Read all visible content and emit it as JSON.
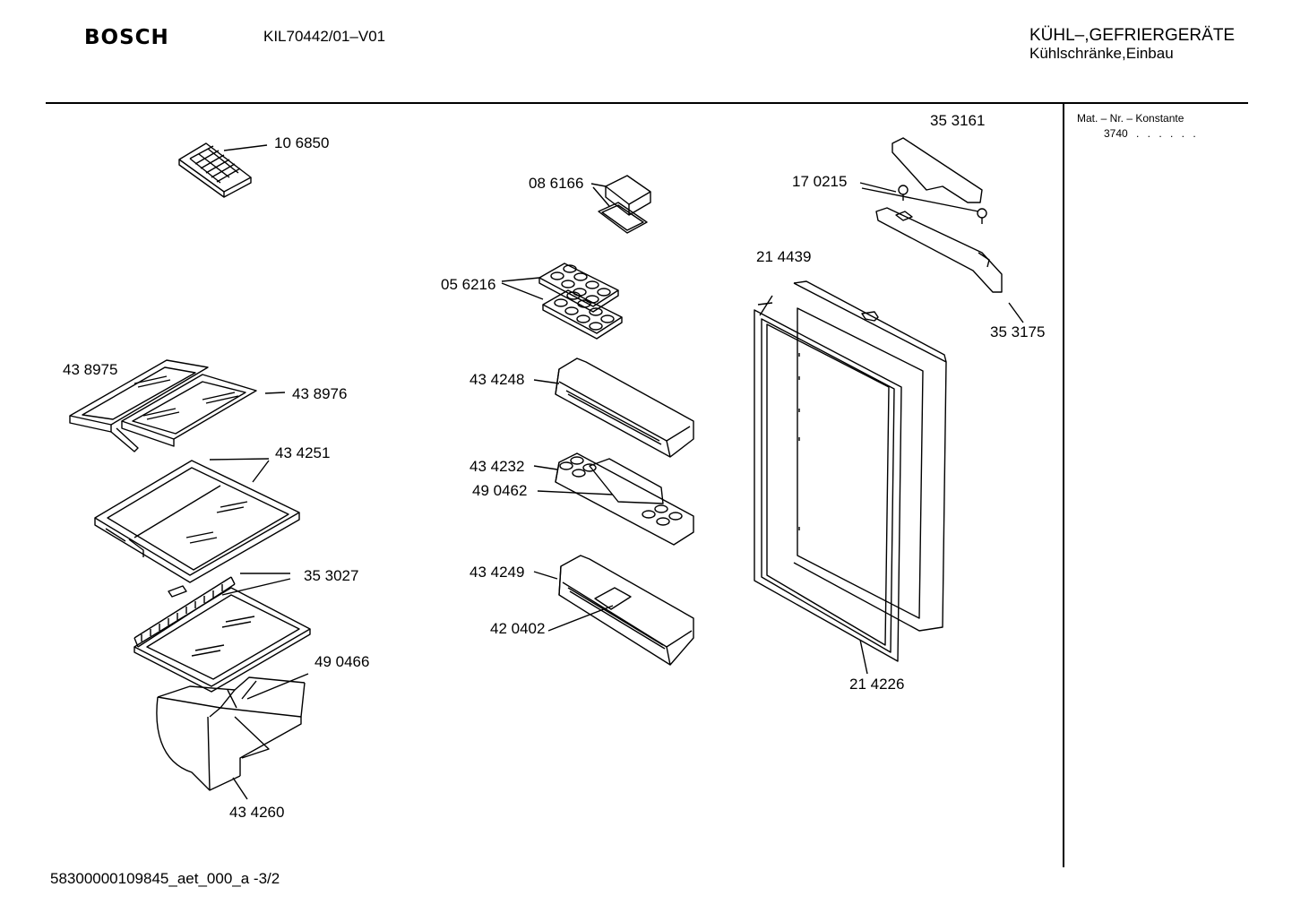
{
  "header": {
    "brand": "BOSCH",
    "model": "KIL70442/01–V01",
    "category_line1": "KÜHL–,GEFRIERGERÄTE",
    "category_line2": "Kühlschränke,Einbau"
  },
  "sidebar": {
    "mat_heading": "Mat. – Nr. – Konstante",
    "mat_value": "3740",
    "mat_dots": ". .   . . . ."
  },
  "parts": [
    {
      "id": "p1",
      "label": "10 6850"
    },
    {
      "id": "p2",
      "label": "08 6166"
    },
    {
      "id": "p3",
      "label": "05 6216"
    },
    {
      "id": "p4",
      "label": "43 8975"
    },
    {
      "id": "p5",
      "label": "43 8976"
    },
    {
      "id": "p6",
      "label": "43 4251"
    },
    {
      "id": "p7",
      "label": "35 3027"
    },
    {
      "id": "p8",
      "label": "49 0466"
    },
    {
      "id": "p9",
      "label": "43 4260"
    },
    {
      "id": "p10",
      "label": "43 4248"
    },
    {
      "id": "p11",
      "label": "43 4232"
    },
    {
      "id": "p12",
      "label": "49 0462"
    },
    {
      "id": "p13",
      "label": "43 4249"
    },
    {
      "id": "p14",
      "label": "42 0402"
    },
    {
      "id": "p15",
      "label": "35 3161"
    },
    {
      "id": "p16",
      "label": "17 0215"
    },
    {
      "id": "p17",
      "label": "21 4439"
    },
    {
      "id": "p18",
      "label": "35 3175"
    },
    {
      "id": "p19",
      "label": "21 4226"
    }
  ],
  "footer": {
    "code": "58300000109845_aet_000_a  -3/2"
  }
}
